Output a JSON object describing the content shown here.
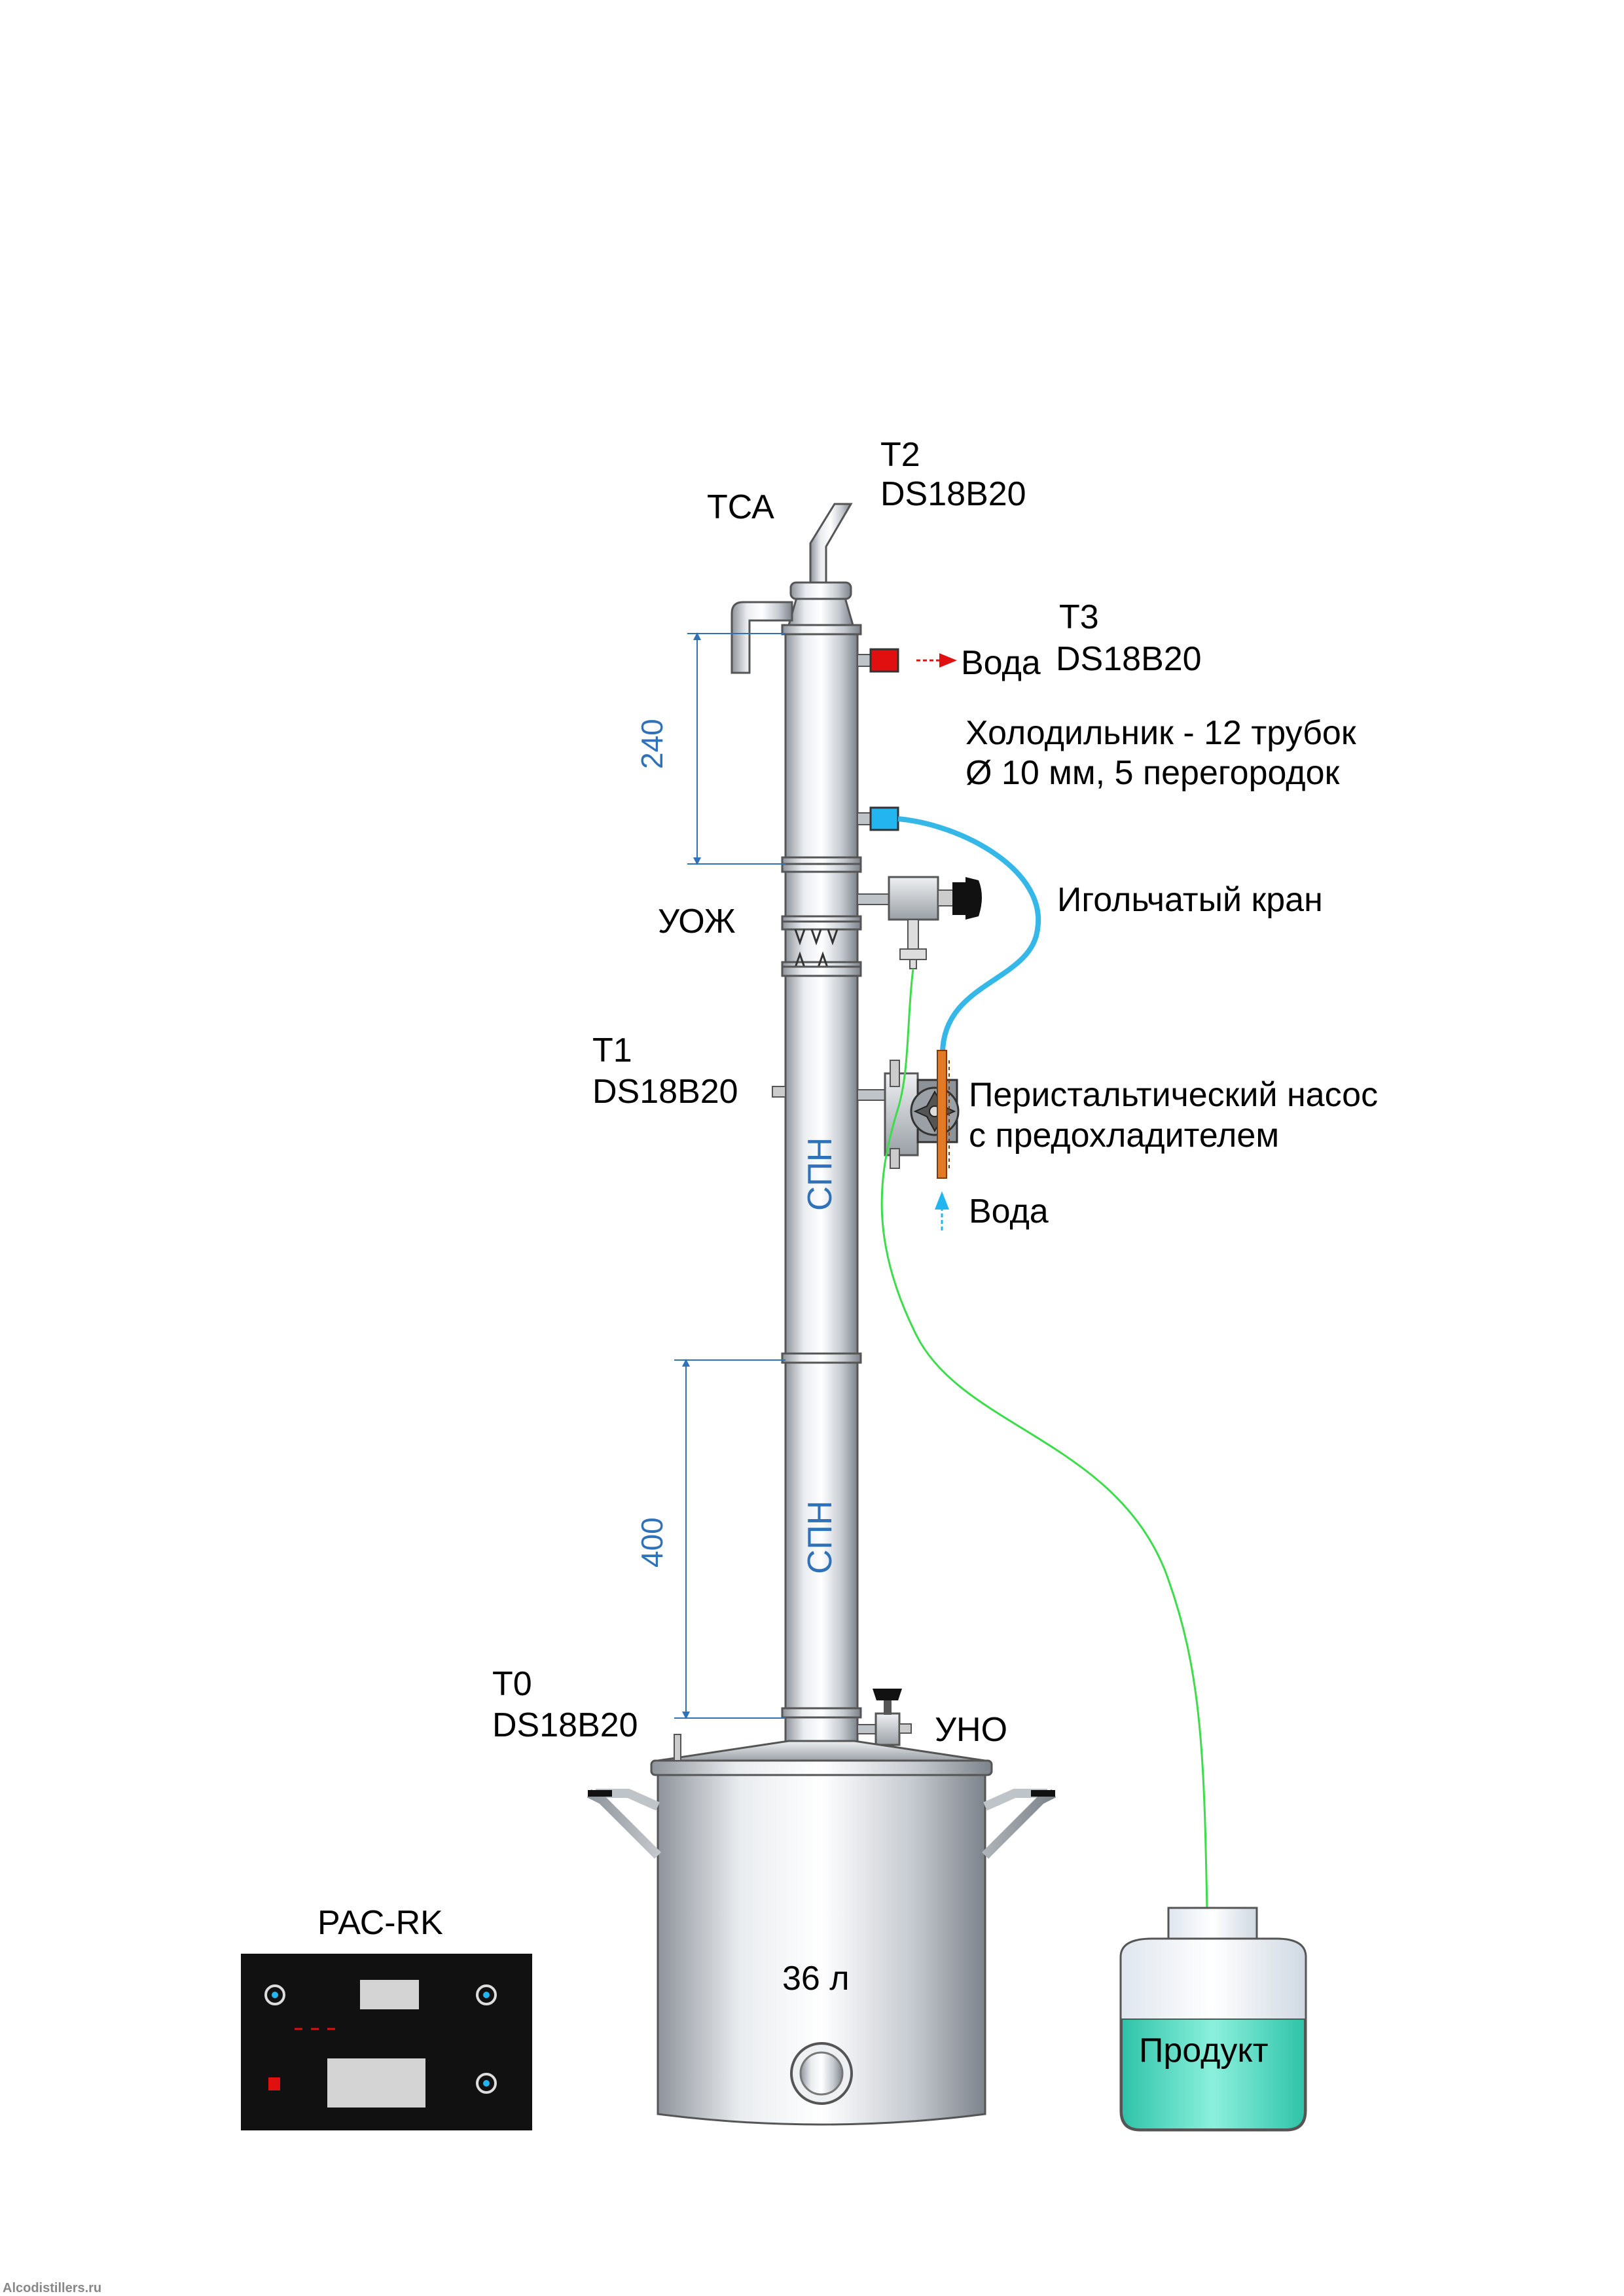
{
  "labels": {
    "tsa": "ТСА",
    "t2_name": "Т2",
    "t2_sensor": "DS18B20",
    "t3_name": "Т3",
    "t3_water": "Вода",
    "t3_sensor": "DS18B20",
    "cooler_line1": "Холодильник - 12 трубок",
    "cooler_line2": "Ø 10 мм, 5 перегородок",
    "needle_valve": "Игольчатый кран",
    "uozh": "УОЖ",
    "t1_name": "Т1",
    "t1_sensor": "DS18B20",
    "pump_line1": "Перистальтический насос",
    "pump_line2": "с предохладителем",
    "water_in": "Вода",
    "spn_upper": "СПН",
    "spn_lower": "СПН",
    "t0_name": "Т0",
    "t0_sensor": "DS18B20",
    "uno": "УНО",
    "tank_volume": "36 л",
    "product": "Продукт",
    "controller": "РАС-RK",
    "watermark": "Alcodistillers.ru"
  },
  "dimensions": {
    "cooler_length": "240",
    "column_section": "400"
  },
  "colors": {
    "dimension": "#2f72b7",
    "water_line": "#35b8e8",
    "product_line": "#3ddc4b",
    "hot_outlet": "#e01010",
    "cold_inlet": "#22b5f0",
    "product_liquid": "#4ad9c1",
    "controller_body": "#111111"
  }
}
